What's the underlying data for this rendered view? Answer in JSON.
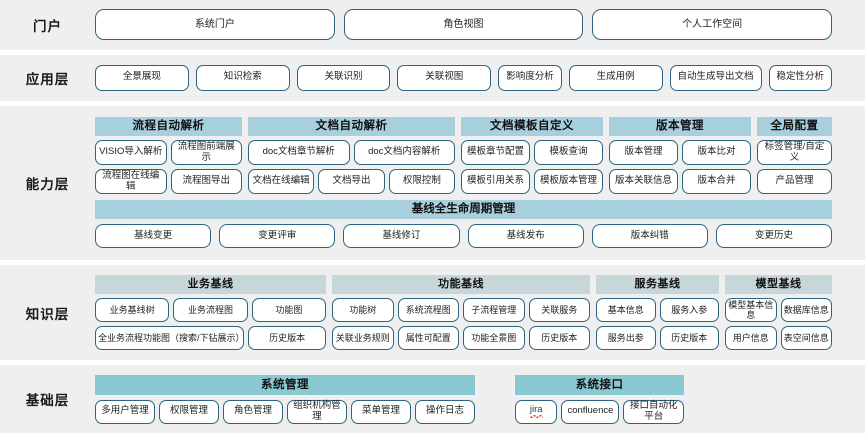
{
  "colors": {
    "row_bg": "#efefef",
    "page_bg": "#ffffff",
    "pill_border": "#2e6480",
    "capability_header": "#a8cfdd",
    "knowledge_header": "#c6d6d9",
    "system_header": "#8ac8d2",
    "text": "#222222",
    "spellcheck_underline": "#e03b2f"
  },
  "rows": [
    {
      "label": "门户",
      "items": [
        "系统门户",
        "角色视图",
        "个人工作空间"
      ]
    },
    {
      "label": "应用层",
      "items": [
        "全景展现",
        "知识检索",
        "关联识别",
        "关联视图",
        "影响度分析",
        "生成用例",
        "自动生成导出文档",
        "稳定性分析"
      ]
    },
    {
      "label": "能力层",
      "groups": [
        {
          "title": "流程自动解析",
          "rows": [
            [
              "VISIO导入解析",
              "流程图前端展示"
            ],
            [
              "流程图在线编辑",
              "流程图导出"
            ]
          ]
        },
        {
          "title": "文档自动解析",
          "rows": [
            [
              "doc文档章节解析",
              "doc文档内容解析"
            ],
            [
              "文档在线编辑",
              "文档导出",
              "权限控制"
            ]
          ]
        },
        {
          "title": "文档模板自定义",
          "rows": [
            [
              "模板章节配置",
              "模板查询"
            ],
            [
              "模板引用关系",
              "模板版本管理"
            ]
          ]
        },
        {
          "title": "版本管理",
          "rows": [
            [
              "版本管理",
              "版本比对"
            ],
            [
              "版本关联信息",
              "版本合并"
            ]
          ]
        },
        {
          "title": "全局配置",
          "rows": [
            [
              "标签管理/自定义"
            ],
            [
              "产品管理"
            ]
          ]
        }
      ],
      "baseline": {
        "title": "基线全生命周期管理",
        "items": [
          "基线变更",
          "变更评审",
          "基线修订",
          "基线发布",
          "版本纠错",
          "变更历史"
        ]
      }
    },
    {
      "label": "知识层",
      "groups": [
        {
          "title": "业务基线",
          "rows": [
            [
              "业务基线树",
              "业务流程图",
              "功能图"
            ],
            [
              "全业务流程功能图（搜索/下钻展示）",
              "历史版本"
            ]
          ]
        },
        {
          "title": "功能基线",
          "rows": [
            [
              "功能树",
              "系统流程图",
              "子流程管理",
              "关联服务"
            ],
            [
              "关联业务规则",
              "属性可配置",
              "功能全景图",
              "历史版本"
            ]
          ]
        },
        {
          "title": "服务基线",
          "rows": [
            [
              "基本信息",
              "服务入参"
            ],
            [
              "服务出参",
              "历史版本"
            ]
          ]
        },
        {
          "title": "模型基线",
          "rows": [
            [
              "模型基本信息",
              "数据库信息"
            ],
            [
              "用户信息",
              "表空间信息"
            ]
          ]
        }
      ]
    },
    {
      "label": "基础层",
      "groups": [
        {
          "title": "系统管理",
          "rows": [
            [
              "多用户管理",
              "权限管理",
              "角色管理",
              "组织机构管理",
              "菜单管理",
              "操作日志"
            ]
          ]
        },
        {
          "title": "系统接口",
          "rows": [
            [
              "jira",
              "confluence",
              "接口自动化平台"
            ]
          ]
        }
      ]
    }
  ]
}
